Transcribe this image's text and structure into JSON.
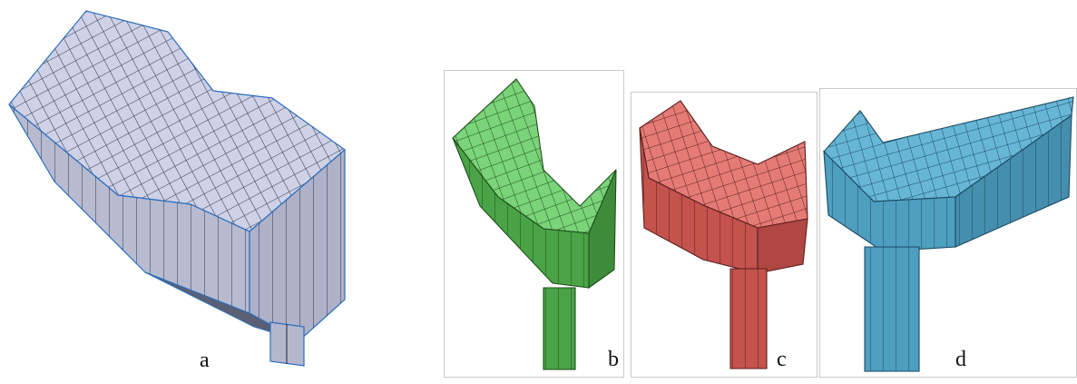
{
  "figure": {
    "panels": [
      {
        "label": "a",
        "mesh_color": "#c2c4d8",
        "edge_color": "#2a6fbf"
      },
      {
        "label": "b",
        "mesh_color": "#5cc15a",
        "edge_color": "#1d4f1a"
      },
      {
        "label": "c",
        "mesh_color": "#dd6560",
        "edge_color": "#5a1f1d"
      },
      {
        "label": "d",
        "mesh_color": "#4e9ec0",
        "edge_color": "#1c4a62"
      }
    ]
  }
}
